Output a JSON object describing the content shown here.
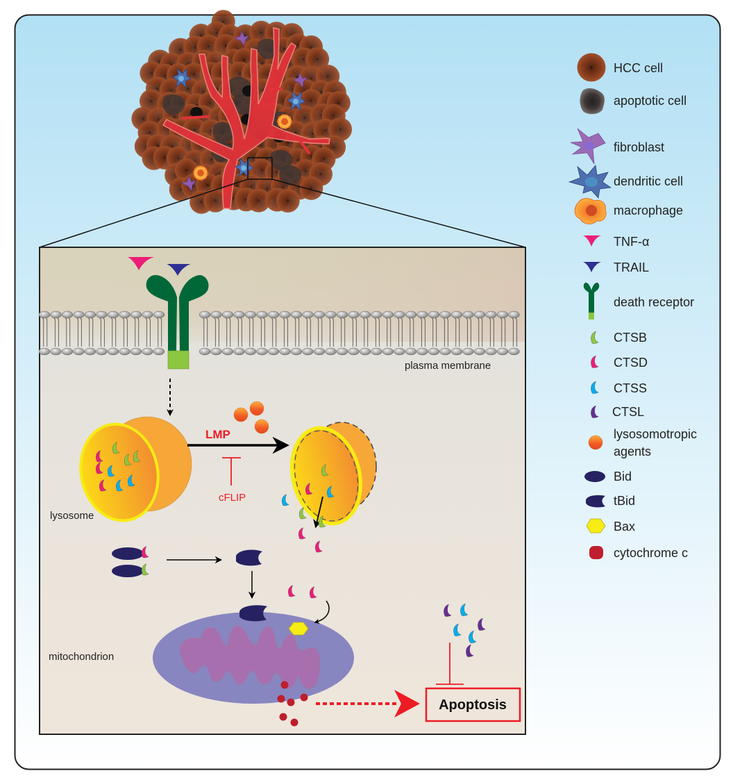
{
  "figure": {
    "title": "Lysosomal membrane permeabilization and cathepsin-mediated apoptosis in HCC",
    "colors": {
      "background_top": "#b2e0f4",
      "background_bottom": "#ffffff",
      "panel_top": "#d9d3b8",
      "panel_bottom": "#efe6dc",
      "hcc_cell": "#8a3a1c",
      "vessel": "#e0323a",
      "tnf_alpha": "#ec1e79",
      "trail": "#2e3192",
      "death_receptor": "#006838",
      "death_receptor_tail": "#8dc63f",
      "ctsb": "#8dc63f",
      "ctsd": "#ec1e79",
      "ctss": "#00aeef",
      "ctsl": "#662d91",
      "lysosomotropic": "#f15a24",
      "bid": "#262262",
      "bax": "#f7ec13",
      "cytochrome_c": "#be1e2d",
      "mitochondrion_outer": "#8886c0",
      "mitochondrion_inner": "#a86fae",
      "lysosome": "#f7a738",
      "inhibition": "#ed1c24",
      "apoptosis_box": "#ed1c24"
    }
  },
  "diagram": {
    "labels": {
      "plasma_membrane": "plasma membrane",
      "lysosome": "lysosome",
      "lmp": "LMP",
      "cflip": "cFLIP",
      "mitochondrion": "mitochondrion",
      "apoptosis": "Apoptosis"
    }
  },
  "legend": {
    "items": [
      {
        "key": "hcc_cell",
        "icon": "hcc-cell-icon",
        "label": "HCC cell"
      },
      {
        "key": "apoptotic_cell",
        "icon": "apoptotic-cell-icon",
        "label": "apoptotic cell"
      },
      {
        "key": "fibroblast",
        "icon": "fibroblast-icon",
        "label": "fibroblast"
      },
      {
        "key": "dendritic_cell",
        "icon": "dendritic-cell-icon",
        "label": "dendritic cell"
      },
      {
        "key": "macrophage",
        "icon": "macrophage-icon",
        "label": "macrophage"
      },
      {
        "key": "tnf_alpha",
        "icon": "tnf-alpha-icon",
        "label": "TNF-α"
      },
      {
        "key": "trail",
        "icon": "trail-icon",
        "label": "TRAIL"
      },
      {
        "key": "death_receptor",
        "icon": "death-receptor-icon",
        "label": "death receptor"
      },
      {
        "key": "ctsb",
        "icon": "ctsb-icon",
        "label": "CTSB"
      },
      {
        "key": "ctsd",
        "icon": "ctsd-icon",
        "label": "CTSD"
      },
      {
        "key": "ctss",
        "icon": "ctss-icon",
        "label": "CTSS"
      },
      {
        "key": "ctsl",
        "icon": "ctsl-icon",
        "label": "CTSL"
      },
      {
        "key": "lysosomotropic",
        "icon": "lysosomotropic-agent-icon",
        "label_line1": "lysosomotropic",
        "label_line2": "agents"
      },
      {
        "key": "bid",
        "icon": "bid-icon",
        "label": "Bid"
      },
      {
        "key": "tbid",
        "icon": "tbid-icon",
        "label": "tBid"
      },
      {
        "key": "bax",
        "icon": "bax-icon",
        "label": "Bax"
      },
      {
        "key": "cytochrome_c",
        "icon": "cytochrome-c-icon",
        "label": "cytochrome c"
      }
    ]
  }
}
